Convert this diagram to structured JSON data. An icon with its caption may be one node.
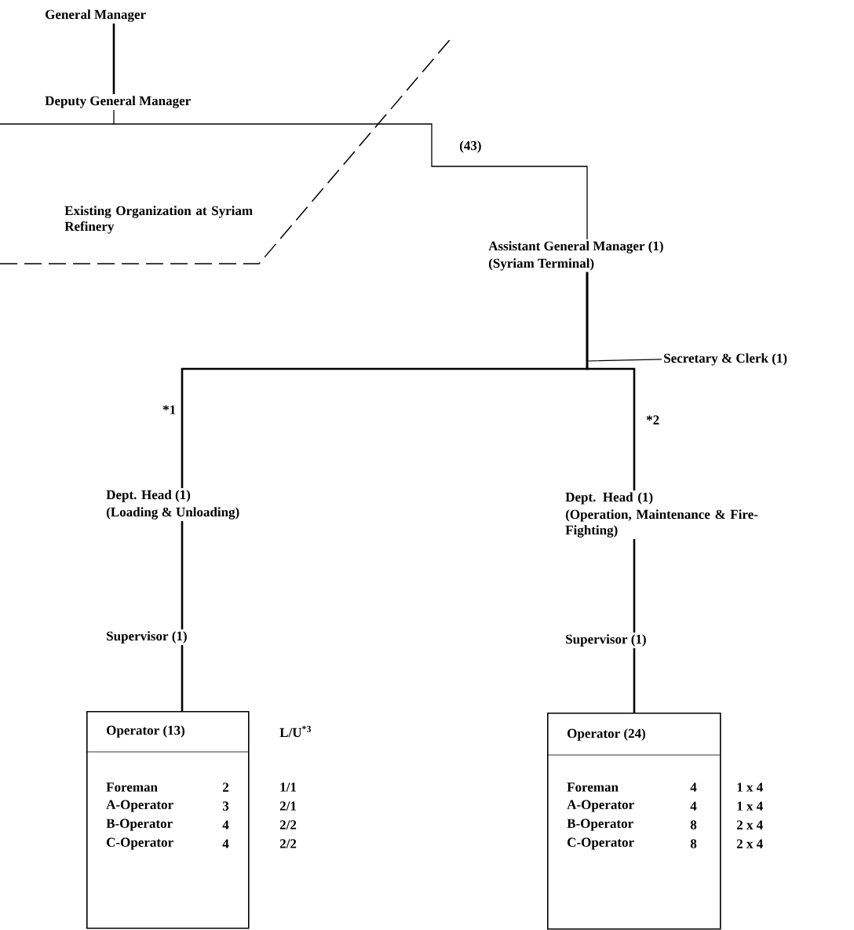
{
  "diagram": {
    "nodes": [
      {
        "text": [
          "General Manager"
        ]
      },
      {
        "text": [
          "Deputy General Manager"
        ]
      },
      {
        "text": [
          "Assistant General Manager (1)",
          "(Syriam Terminal)"
        ]
      },
      {
        "text": [
          "Secretary & Clerk (1)"
        ]
      },
      {
        "text": [
          "Dept. Head (1)",
          "(Loading & Unloading)"
        ]
      },
      {
        "text": [
          "Supervisor (1)"
        ]
      },
      {
        "text": [
          "Operator (13)",
          "Foreman",
          "2",
          "A-Operator",
          "3",
          "B-Operator",
          "4",
          "C-Operator",
          "4"
        ]
      },
      {
        "text": [
          "Dept. Head (1)",
          "(Operation, Maintenance & Fire-Fighting)"
        ]
      },
      {
        "text": [
          "Supervisor (1)"
        ]
      },
      {
        "text": [
          "Operator (24)",
          "Foreman",
          "4",
          "A-Operator",
          "4",
          "B-Operator",
          "8",
          "C-Operator",
          "8"
        ]
      }
    ],
    "edges": [
      {
        "from": 0,
        "to": 1,
        "arrow": "none"
      },
      {
        "from": 1,
        "to": 2,
        "arrow": "none"
      },
      {
        "from": 2,
        "to": 3,
        "arrow": "none"
      },
      {
        "from": 2,
        "to": 4,
        "arrow": "none"
      },
      {
        "from": 2,
        "to": 7,
        "arrow": "none"
      },
      {
        "from": 4,
        "to": 5,
        "arrow": "none"
      },
      {
        "from": 5,
        "to": 6,
        "arrow": "none"
      },
      {
        "from": 7,
        "to": 8,
        "arrow": "none"
      },
      {
        "from": 8,
        "to": 9,
        "arrow": "none"
      }
    ],
    "labels": [
      "(43)",
      "Existing Organization at Syriam Refinery",
      "*1",
      "*2",
      "L/U$^{*3}$",
      "1/1",
      "2/1",
      "2/2",
      "2/2",
      "1 x 4",
      "1 x 4",
      "2 x 4",
      "2 x 4"
    ]
  }
}
